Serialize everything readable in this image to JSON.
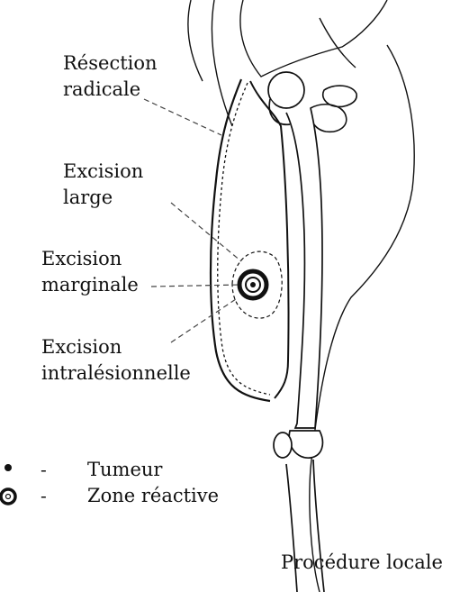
{
  "labels": {
    "radical_resection": [
      "Résection",
      "radicale"
    ],
    "wide_excision": [
      "Excision",
      "large"
    ],
    "marginal_excision": [
      "Excision",
      "marginale"
    ],
    "intralesional_excision": [
      "Excision",
      "intralésionnelle"
    ]
  },
  "legend": [
    {
      "symbol": "tumor-dot",
      "dash": "-",
      "text": "Tumeur"
    },
    {
      "symbol": "reactive-ring",
      "dash": "-",
      "text": "Zone réactive"
    }
  ],
  "caption": "Procédure locale",
  "colors": {
    "ink": "#111111",
    "background": "#ffffff"
  }
}
